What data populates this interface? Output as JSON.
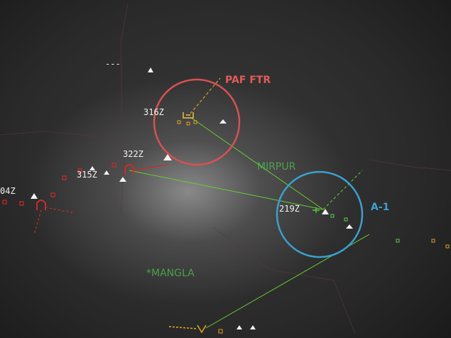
{
  "display": {
    "colors": {
      "background": "#2b2b2b",
      "friendly_circle": "#d95050",
      "target_circle": "#3aa0d0",
      "track_white": "#f2f2f2",
      "map_text": "#4fbf4f",
      "vector_line": "#66cc33",
      "hostile": "#cc2a2a",
      "orange_marker": "#e0a020"
    }
  },
  "labels": {
    "paf_ftr": "PAF FTR",
    "a1": "A-1",
    "mirpur": "MIRPUR",
    "mangla": "*MANGLA",
    "dashes": "---"
  },
  "tracks": {
    "t316": "316Z",
    "t322": "322Z",
    "t315": "315Z",
    "t219": "219Z",
    "t304": "04Z"
  },
  "icons": {
    "aircraft": "aircraft-triangle-icon",
    "hostile": "hostile-arch-icon",
    "fighter": "fighter-symbol-icon",
    "waypoint": "square-marker-icon"
  }
}
